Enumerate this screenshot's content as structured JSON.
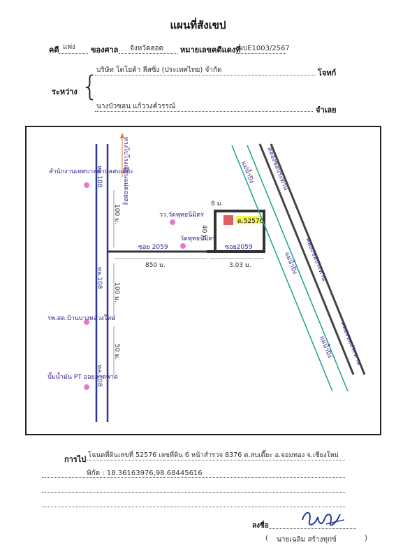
{
  "doc": {
    "title": "แผนที่สังเขป",
    "case_label": "คดี",
    "case_type": "แพ่ง",
    "court_label": "ของศาล",
    "court_name": "จังหวัดฮอด",
    "black_case_label": "หมายเลขคดีแดงที่",
    "black_case_no": "ผบE1003/2567",
    "between_label": "ระหว่าง",
    "plaintiff_name": "บริษัท โตโยต้า ลีสซิ่ง (ประเทศไทย) จำกัด",
    "plaintiff_role": "โจทก์",
    "defendant_name": "นางบัวซอน แก้ววงค์วรรณ์",
    "defendant_role": "จำเลย"
  },
  "map": {
    "north_label": "ทางไปโรงเรียนแม่ดอยสงู",
    "road_west_1": "ทล.108",
    "road_west_2": "ทล.108",
    "road_west_3": "ทล.108",
    "landmark_1": "สำนักงานเทศบาลตำบลสบเตี๊ยะ",
    "landmark_2": "รพ.สต.บ้านบางหลวงใหม่",
    "landmark_3": "ปั๊มน้ำมัน PT ออยลาดพาด",
    "temple_1": "วว.วัดพุทธนิมิตร",
    "temple_2": "วัดพุทธนิมิตร",
    "soi_1": "ซอย 2059",
    "soi_2": "ซอย2059",
    "plot_label": "ต.52576",
    "dist_1": "850 ม.",
    "dist_2": "3.03 ม.",
    "dist_3": "100 ม.",
    "dist_4": "100 ม.",
    "dist_5": "50 ม.",
    "dist_6": "40 ม.",
    "dist_7": "8 ม.",
    "canal_1": "คลองชลประทาน",
    "canal_2": "คลองชลประทาน",
    "canal_3": "คลองชลประทาน",
    "river_1": "แม่น้ำปิง",
    "river_2": "แม่น้ำปิง",
    "river_3": "แม่น้ำปิง"
  },
  "footer": {
    "goto_label": "การไป",
    "goto_text": "โฉนดที่ดินเลขที่ 52576 เลขที่ดิน 6 หน้าสำรวจ 8376 ต.สบเตี๊ยะ อ.จอมทอง จ.เชียงใหม่",
    "coords_text": "พิกัด : 18.36163976,98.68445616",
    "sign_label": "ลงชื่อ",
    "signer_open": "(",
    "signer_name": "นายเฉลิม สร้างทุกข์",
    "signer_close": ")"
  },
  "colors": {
    "road_blue": "#2a3590",
    "river_teal": "#1aa38a",
    "canal_gray": "#444444",
    "landmark_pink": "#e37ad1",
    "plot_red": "#d42a2a",
    "plot_highlight": "#f3f35a",
    "text_purple": "#3d1a8f"
  }
}
